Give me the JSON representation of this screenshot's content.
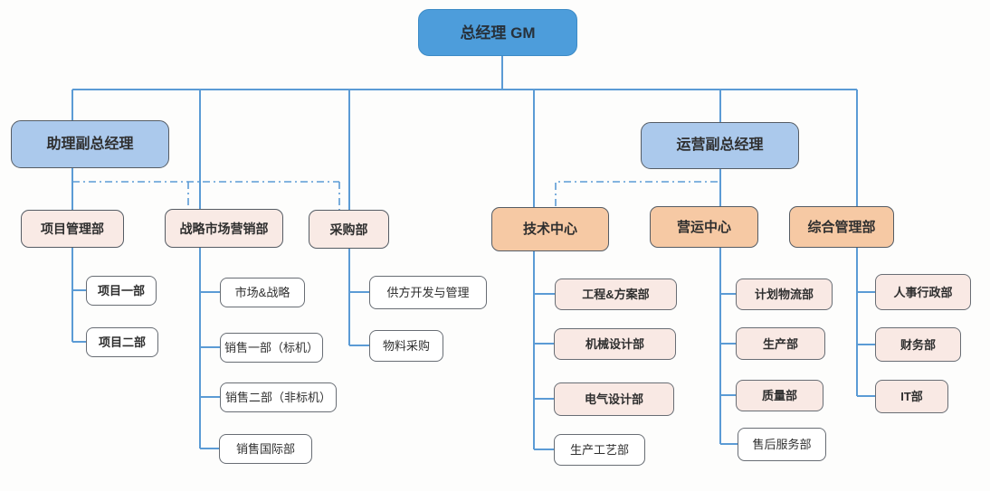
{
  "nodes": {
    "gm": {
      "label": "总经理 GM"
    },
    "vp_assistant": {
      "label": "助理副总经理"
    },
    "vp_operations": {
      "label": "运营副总经理"
    },
    "dept_project_mgmt": {
      "label": "项目管理部"
    },
    "dept_strategy_marketing": {
      "label": "战略市场营销部"
    },
    "dept_purchasing": {
      "label": "采购部"
    },
    "dept_tech_center": {
      "label": "技术中心"
    },
    "dept_ops_center": {
      "label": "营运中心"
    },
    "dept_general_mgmt": {
      "label": "综合管理部"
    },
    "sub_project_1": {
      "label": "项目一部"
    },
    "sub_project_2": {
      "label": "项目二部"
    },
    "sub_market_strategy": {
      "label": "市场&战略"
    },
    "sub_sales_1": {
      "label": "销售一部（标机）"
    },
    "sub_sales_2": {
      "label": "销售二部（非标机）"
    },
    "sub_sales_intl": {
      "label": "销售国际部"
    },
    "sub_supplier_dev": {
      "label": "供方开发与管理"
    },
    "sub_material_purchase": {
      "label": "物料采购"
    },
    "sub_engineering_solution": {
      "label": "工程&方案部"
    },
    "sub_mechanical_design": {
      "label": "机械设计部"
    },
    "sub_electrical_design": {
      "label": "电气设计部"
    },
    "sub_production_process": {
      "label": "生产工艺部"
    },
    "sub_planning_logistics": {
      "label": "计划物流部"
    },
    "sub_production": {
      "label": "生产部"
    },
    "sub_quality": {
      "label": "质量部"
    },
    "sub_after_sales": {
      "label": "售后服务部"
    },
    "sub_hr_admin": {
      "label": "人事行政部"
    },
    "sub_finance": {
      "label": "财务部"
    },
    "sub_it": {
      "label": "IT部"
    }
  },
  "hierarchy": {
    "root": "总经理 GM",
    "solid_reports_to_gm": [
      "助理副总经理",
      "战略市场营销部",
      "采购部",
      "技术中心",
      "运营副总经理",
      "综合管理部"
    ],
    "solid_reports_to_vp_assistant": [
      "项目管理部"
    ],
    "dotted_reports_to_vp_assistant": [
      "战略市场营销部",
      "采购部"
    ],
    "solid_reports_to_vp_operations": [
      "营运中心"
    ],
    "dotted_reports_to_vp_operations": [
      "技术中心"
    ],
    "children": {
      "项目管理部": [
        "项目一部",
        "项目二部"
      ],
      "战略市场营销部": [
        "市场&战略",
        "销售一部（标机）",
        "销售二部（非标机）",
        "销售国际部"
      ],
      "采购部": [
        "供方开发与管理",
        "物料采购"
      ],
      "技术中心": [
        "工程&方案部",
        "机械设计部",
        "电气设计部",
        "生产工艺部"
      ],
      "营运中心": [
        "计划物流部",
        "生产部",
        "质量部",
        "售后服务部"
      ],
      "综合管理部": [
        "人事行政部",
        "财务部",
        "IT部"
      ]
    }
  },
  "colors": {
    "line": "#5b9bd5",
    "gm_fill": "#4d9ddb",
    "vp_fill": "#abc9ec",
    "dept_left_fill": "#f9eae5",
    "dept_right_fill": "#f6c9a4",
    "sub_pink_fill": "#f9e9e4",
    "border": "#555c64",
    "text": "#2f2f2f"
  }
}
